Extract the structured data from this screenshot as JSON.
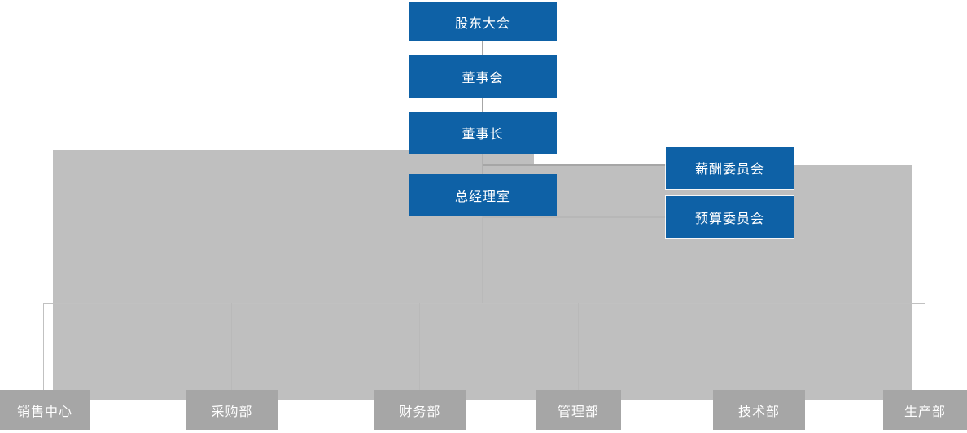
{
  "org_chart": {
    "hierarchy_nodes": [
      {
        "label": "股东大会"
      },
      {
        "label": "董事会"
      },
      {
        "label": "董事长"
      },
      {
        "label": "总经理室"
      }
    ],
    "committee_nodes": [
      {
        "label": "薪酬委员会"
      },
      {
        "label": "预算委员会"
      }
    ],
    "department_nodes": [
      {
        "label": "销售中心"
      },
      {
        "label": "采购部"
      },
      {
        "label": "财务部"
      },
      {
        "label": "管理部"
      },
      {
        "label": "技术部"
      },
      {
        "label": "生产部"
      }
    ],
    "colors": {
      "node_blue": "#0e61a6",
      "background_panel_gray": "#bfbfbf",
      "department_gray": "#a6a6a6",
      "connector_gray": "#a6a6a6",
      "connector_light_gray": "#c1c1c1",
      "node_text": "#ffffff"
    }
  }
}
